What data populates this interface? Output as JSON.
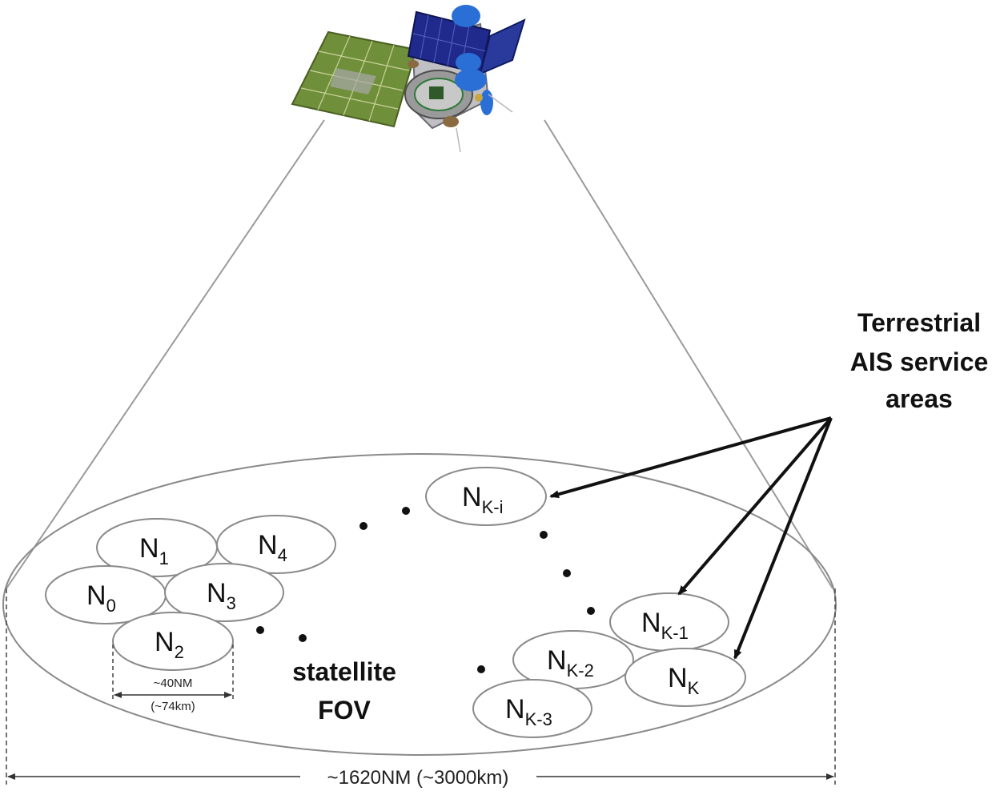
{
  "annotation": {
    "line1": "Terrestrial",
    "line2": "AIS service",
    "line3": "areas"
  },
  "fov": {
    "line1": "statellite",
    "line2": "FOV"
  },
  "span_label": "~1620NM (~3000km)",
  "cell_size": {
    "line1": "~40NM",
    "line2": "(~74km)"
  },
  "nodes": {
    "n1": {
      "base": "N",
      "sub": "1"
    },
    "n4": {
      "base": "N",
      "sub": "4"
    },
    "n0": {
      "base": "N",
      "sub": "0"
    },
    "n3": {
      "base": "N",
      "sub": "3"
    },
    "n2": {
      "base": "N",
      "sub": "2"
    },
    "nki": {
      "base": "N",
      "sub": "K-i"
    },
    "nk1": {
      "base": "N",
      "sub": "K-1"
    },
    "nk2": {
      "base": "N",
      "sub": "K-2"
    },
    "nk": {
      "base": "N",
      "sub": "K"
    },
    "nk3": {
      "base": "N",
      "sub": "K-3"
    }
  },
  "colors": {
    "outline": "#8a8a8a",
    "panel_green": "#6f8f3a",
    "panel_blue": "#1f2a8c",
    "dish_blue": "#2a6fd6",
    "body_gray": "#bfbfc4"
  },
  "icons": [
    "satellite-icon"
  ]
}
